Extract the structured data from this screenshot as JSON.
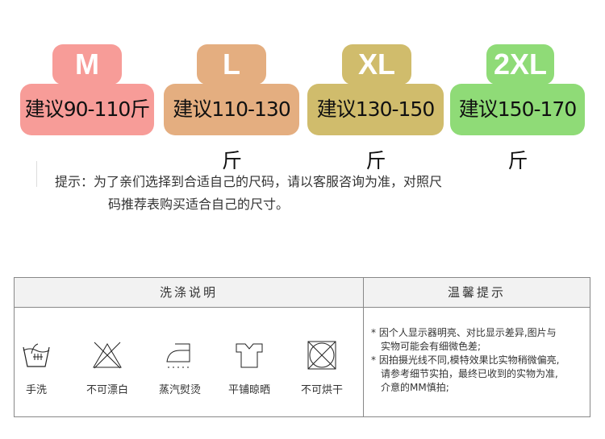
{
  "sizes": [
    {
      "size": "M",
      "range": "建议90-110斤",
      "color": "#F79C98"
    },
    {
      "size": "L",
      "range": "建议110-130斤",
      "color": "#E4AE80"
    },
    {
      "size": "XL",
      "range": "建议130-150斤",
      "color": "#D0BC6C"
    },
    {
      "size": "2XL",
      "range": "建议150-170斤",
      "color": "#8FDB77"
    }
  ],
  "hint": {
    "line1": "提示：为了亲们选择到合适自己的尺码，请以客服咨询为准，对照尺",
    "line2": "码推荐表购买适合自己的尺寸。"
  },
  "wash": {
    "title": "洗涤说明",
    "items": [
      {
        "label": "手洗",
        "icon": "hand-wash-icon"
      },
      {
        "label": "不可漂白",
        "icon": "no-bleach-icon"
      },
      {
        "label": "蒸汽熨烫",
        "icon": "steam-iron-icon"
      },
      {
        "label": "平铺晾晒",
        "icon": "dry-flat-icon"
      },
      {
        "label": "不可烘干",
        "icon": "no-tumble-dry-icon"
      }
    ]
  },
  "tips": {
    "title": "温馨提示",
    "lines": [
      "* 因个人显示器明亮、对比显示差异,图片与",
      "实物可能会有细微色差;",
      "* 因拍摄光线不同,模特效果比实物稍微偏亮,",
      "请参考细节实拍，最终已收到的实物为准,",
      "介意的MM慎拍;"
    ]
  }
}
